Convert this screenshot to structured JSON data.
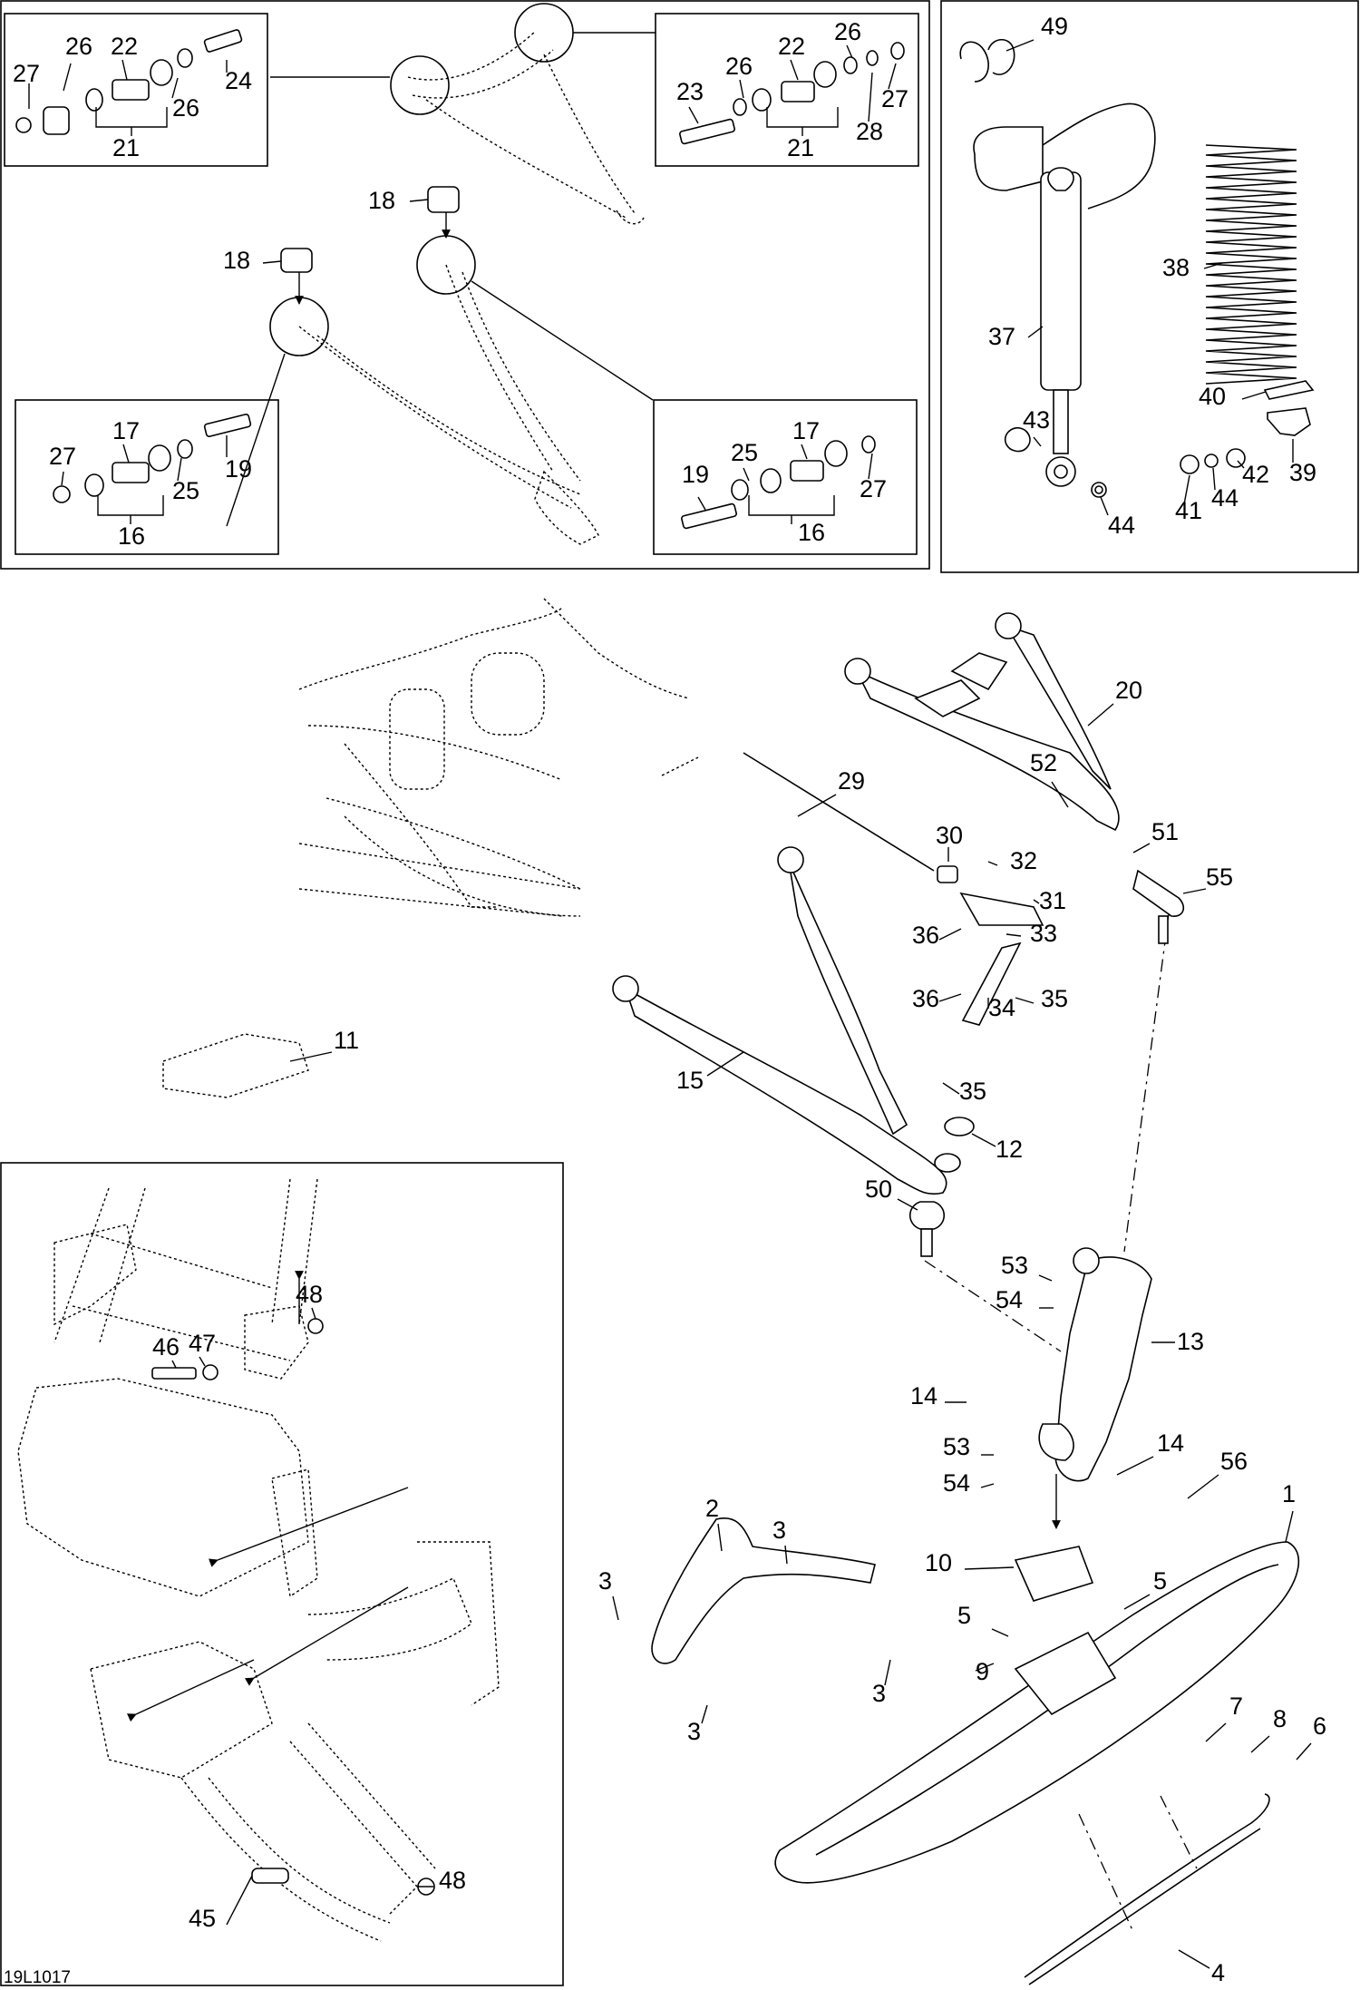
{
  "drawing_code": "19L1017",
  "callouts": {
    "c1": "1",
    "c2": "2",
    "c3": "3",
    "c4": "4",
    "c5": "5",
    "c6": "6",
    "c7": "7",
    "c8": "8",
    "c9": "9",
    "c10": "10",
    "c11": "11",
    "c12": "12",
    "c13": "13",
    "c14": "14",
    "c15": "15",
    "c16": "16",
    "c17": "17",
    "c18": "18",
    "c19": "19",
    "c20": "20",
    "c21": "21",
    "c22": "22",
    "c23": "23",
    "c24": "24",
    "c25": "25",
    "c26": "26",
    "c27": "27",
    "c28": "28",
    "c29": "29",
    "c30": "30",
    "c31": "31",
    "c32": "32",
    "c33": "33",
    "c34": "34",
    "c35": "35",
    "c36": "36",
    "c37": "37",
    "c38": "38",
    "c39": "39",
    "c40": "40",
    "c41": "41",
    "c42": "42",
    "c43": "43",
    "c44": "44",
    "c45": "45",
    "c46": "46",
    "c47": "47",
    "c48": "48",
    "c49": "49",
    "c50": "50",
    "c51": "51",
    "c52": "52",
    "c53": "53",
    "c54": "54",
    "c55": "55",
    "c56": "56"
  }
}
